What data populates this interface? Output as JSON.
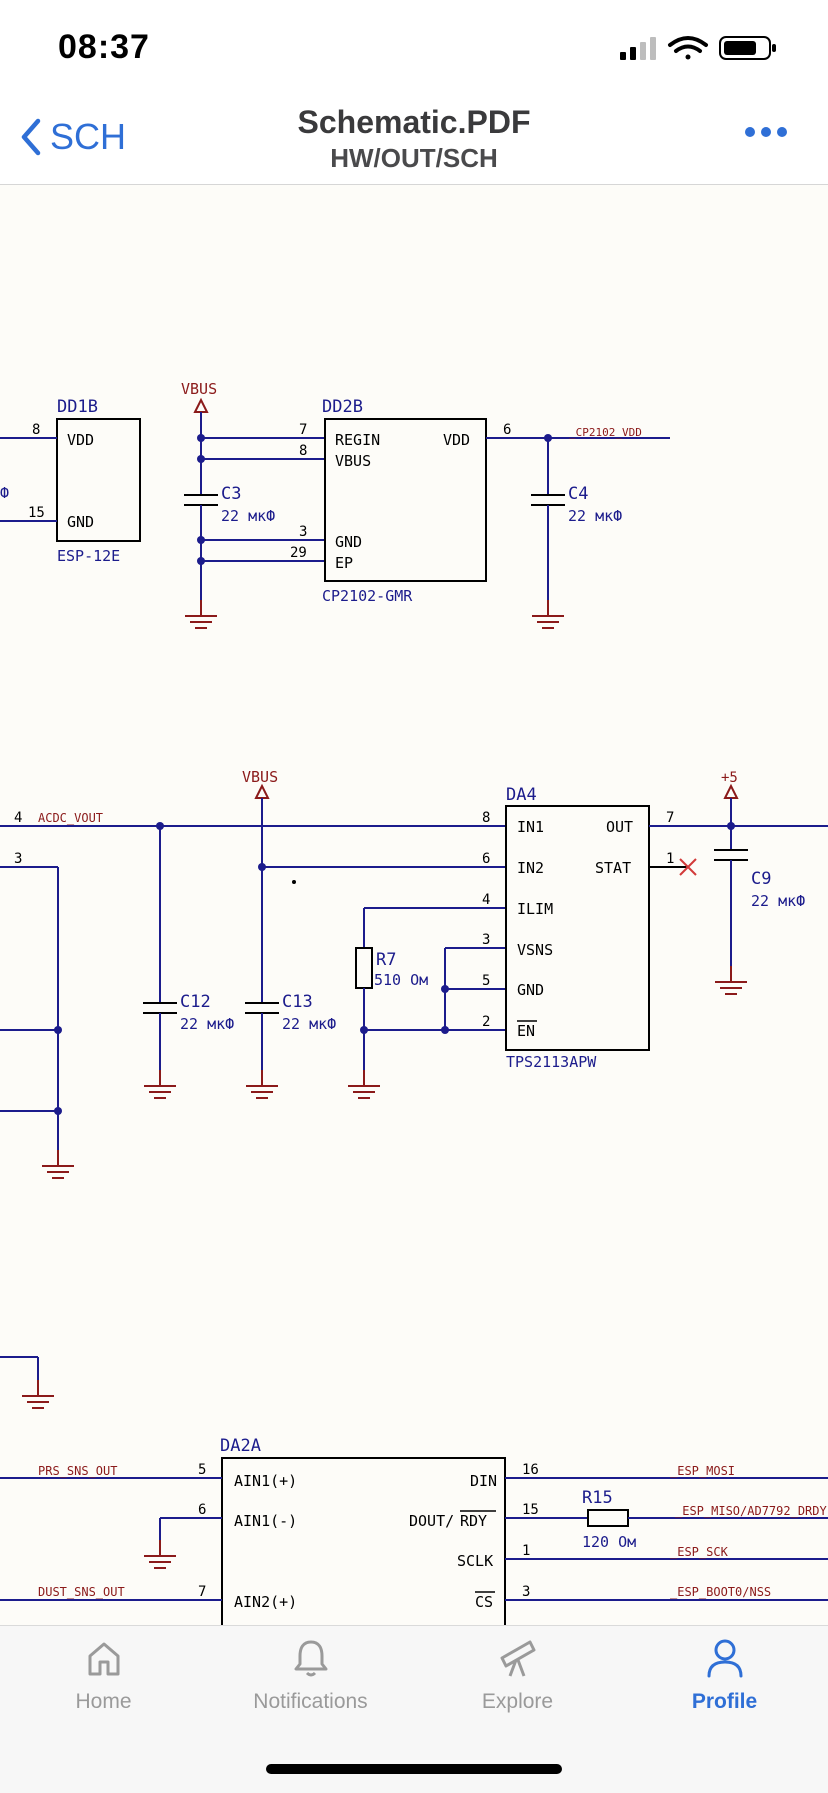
{
  "status_bar": {
    "time": "08:37"
  },
  "nav": {
    "back_label": "SCH",
    "title": "Schematic.PDF",
    "subtitle": "HW/OUT/SCH"
  },
  "schematic": {
    "dd1b": {
      "ref": "DD1B",
      "part": "ESP-12E",
      "pin_vdd": "VDD",
      "pin_gnd": "GND",
      "pin8": "8",
      "pin15": "15",
      "cut_label": "Ф"
    },
    "vbus_top": "VBUS",
    "dd2b": {
      "ref": "DD2B",
      "part": "CP2102-GMR",
      "regin": "REGIN",
      "vbus": "VBUS",
      "gnd": "GND",
      "ep": "EP",
      "vdd": "VDD",
      "p7": "7",
      "p8": "8",
      "p3": "3",
      "p29": "29",
      "p6": "6"
    },
    "c3": {
      "ref": "C3",
      "value": "22 мкФ"
    },
    "c4": {
      "ref": "C4",
      "value": "22 мкФ"
    },
    "net_cp2102_vdd": "_CP2102_VDD",
    "net_acdc_vout": "ACDC_VOUT",
    "pin4_left": "4",
    "pin3_left": "3",
    "vbus_mid": "VBUS",
    "plus5": "+5",
    "da4": {
      "ref": "DA4",
      "part": "TPS2113APW",
      "in1": "IN1",
      "in2": "IN2",
      "ilim": "ILIM",
      "vsns": "VSNS",
      "gnd": "GND",
      "en": "EN",
      "out": "OUT",
      "stat": "STAT",
      "p8": "8",
      "p6": "6",
      "p4": "4",
      "p3": "3",
      "p5": "5",
      "p2": "2",
      "p7": "7",
      "p1": "1"
    },
    "c12": {
      "ref": "C12",
      "value": "22 мкФ"
    },
    "c13": {
      "ref": "C13",
      "value": "22 мкФ"
    },
    "r7": {
      "ref": "R7",
      "value": "510 Ом"
    },
    "c9": {
      "ref": "C9",
      "value": "22 мкФ"
    },
    "da2a": {
      "ref": "DA2A",
      "ain1p": "AIN1(+)",
      "ain1m": "AIN1(-)",
      "ain2p": "AIN2(+)",
      "din": "DIN",
      "dout": "DOUT/",
      "rdy": "RDY",
      "sclk": "SCLK",
      "cs": "CS",
      "p5": "5",
      "p6": "6",
      "p7": "7",
      "p16": "16",
      "p15": "15",
      "p1": "1",
      "p3": "3"
    },
    "r15": {
      "ref": "R15",
      "value": "120 Ом"
    },
    "net_prs": "PRS_SNS_OUT",
    "net_dust": "DUST_SNS_OUT",
    "net_mosi": "_ESP_MOSI",
    "net_miso": "_ESP_MISO/AD7792_DRDY",
    "net_sck": "_ESP_SCK",
    "net_boot": "_ESP_BOOT0/NSS"
  },
  "tabs": [
    {
      "label": "Home",
      "icon": "home-icon"
    },
    {
      "label": "Notifications",
      "icon": "bell-icon"
    },
    {
      "label": "Explore",
      "icon": "telescope-icon"
    },
    {
      "label": "Profile",
      "icon": "person-icon"
    }
  ],
  "colors": {
    "accent": "#2f6fd6",
    "wire": "#1c1c8c",
    "net": "#8b1a1a",
    "body": "#000000"
  }
}
